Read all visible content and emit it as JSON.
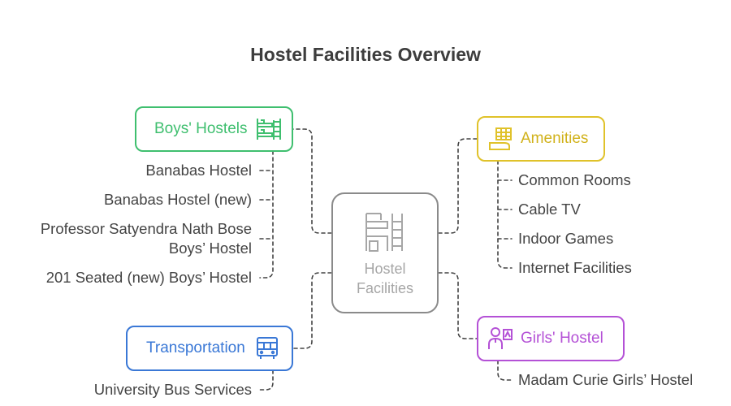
{
  "title": "Hostel Facilities Overview",
  "center": {
    "line1": "Hostel",
    "line2": "Facilities",
    "icon": "bunk-bed-room-icon"
  },
  "boys": {
    "label": "Boys' Hostels",
    "icon": "bunk-bed-icon",
    "color": "#3fbf6f",
    "items": [
      "Banabas Hostel",
      "Banabas Hostel (new)",
      "Professor Satyendra Nath Bose",
      "Boys’ Hostel",
      "201 Seated (new) Boys’ Hostel"
    ]
  },
  "transport": {
    "label": "Transportation",
    "icon": "bus-icon",
    "color": "#3a78d6",
    "items": [
      "University Bus Services"
    ]
  },
  "amenities": {
    "label": "Amenities",
    "icon": "building-tray-icon",
    "color": "#e0c22a",
    "items": [
      "Common Rooms",
      "Cable TV",
      "Indoor Games",
      "Internet Facilities"
    ]
  },
  "girls": {
    "label": "Girls' Hostel",
    "icon": "woman-id-icon",
    "color": "#b451d6",
    "items": [
      "Madam Curie Girls’ Hostel"
    ]
  }
}
